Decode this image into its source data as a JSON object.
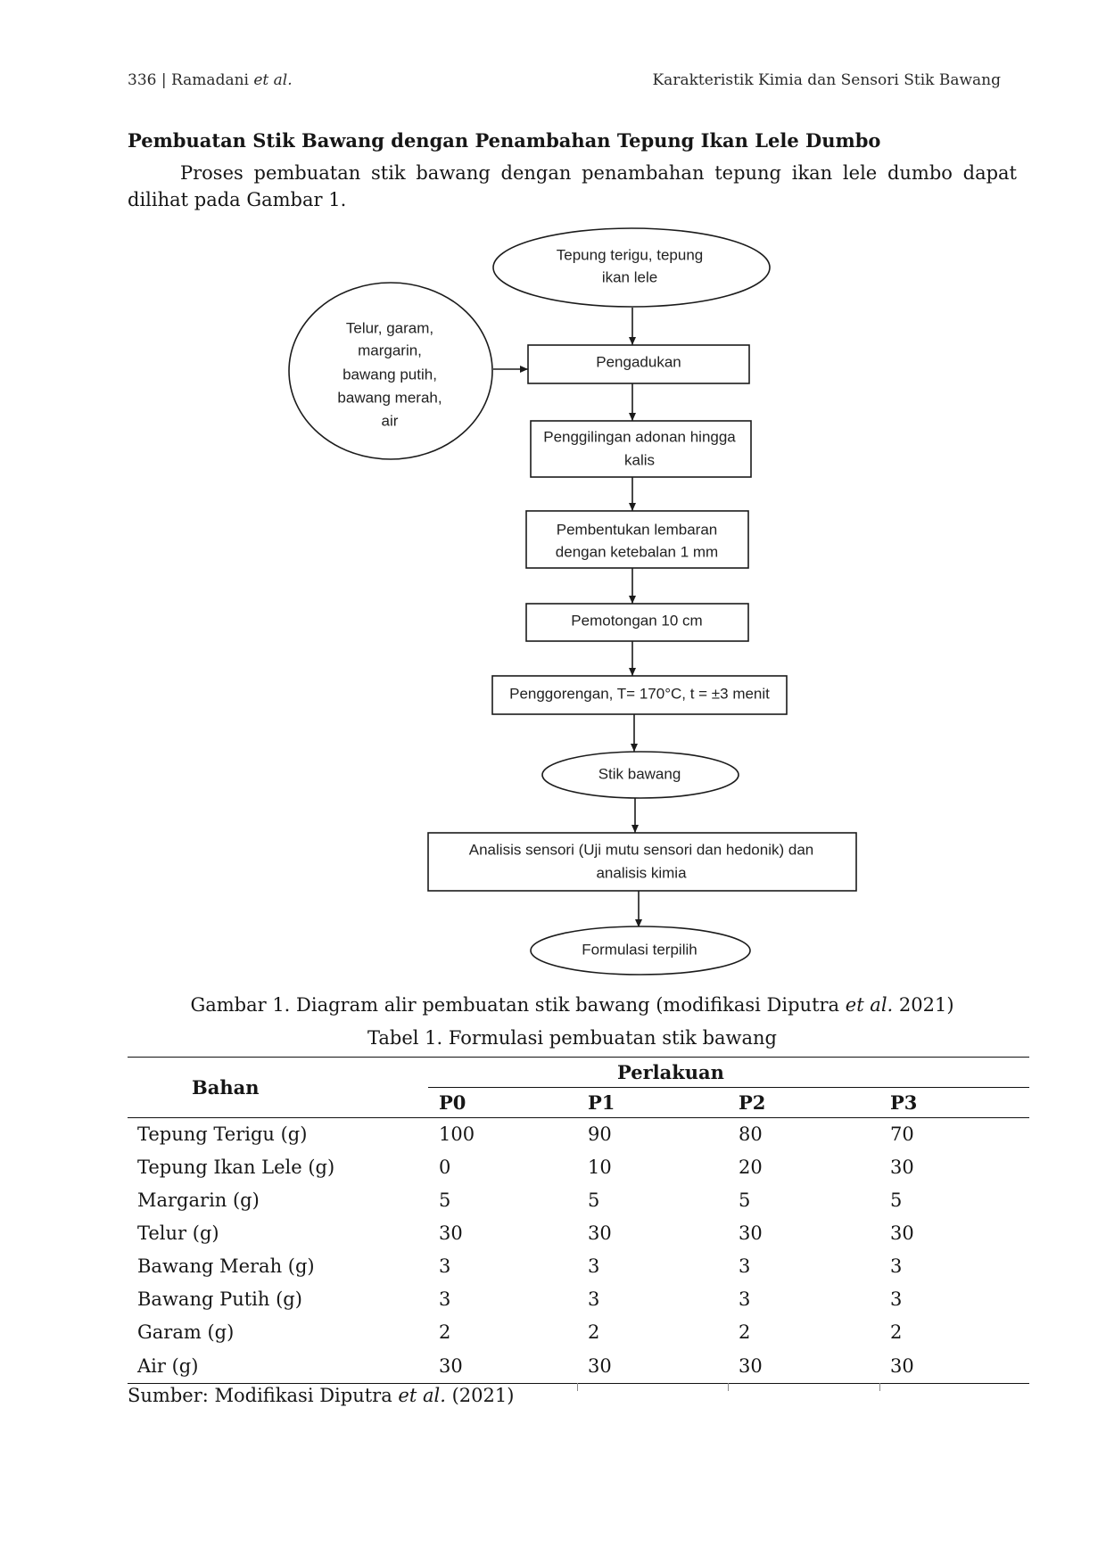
{
  "running_header": {
    "left_text": "336 | Ramadani",
    "left_italic": "et al.",
    "right_text": "Karakteristik Kimia dan Sensori Stik Bawang"
  },
  "section": {
    "heading": "Pembuatan Stik Bawang dengan Penambahan Tepung Ikan Lele Dumbo",
    "paragraph": "Proses pembuatan stik bawang dengan penambahan tepung ikan lele dumbo dapat dilihat pada Gambar 1."
  },
  "figure": {
    "nodes": [
      {
        "lines": [
          "Tepung terigu, tepung",
          "ikan lele"
        ]
      },
      {
        "lines": [
          "Telur, garam,",
          "margarin,",
          "bawang putih,",
          "bawang merah,",
          "air"
        ]
      },
      {
        "lines": [
          "Pengadukan"
        ]
      },
      {
        "lines": [
          "Penggilingan adonan hingga",
          "kalis"
        ]
      },
      {
        "lines": [
          "Pembentukan lembaran",
          "dengan ketebalan 1 mm"
        ]
      },
      {
        "lines": [
          "Pemotongan 10 cm"
        ]
      },
      {
        "lines": [
          "Penggorengan, T= 170°C, t = ±3 menit"
        ]
      },
      {
        "lines": [
          "Stik bawang"
        ]
      },
      {
        "lines": [
          "Analisis sensori (Uji mutu sensori dan hedonik) dan",
          "analisis kimia"
        ]
      },
      {
        "lines": [
          "Formulasi terpilih"
        ]
      }
    ],
    "caption": {
      "prefix": "Gambar 1. Diagram alir pembuatan stik bawang (modifikasi Diputra",
      "italic": "et al.",
      "suffix": "2021)"
    }
  },
  "table": {
    "title": "Tabel 1. Formulasi pembuatan stik bawang",
    "row_header": "Bahan",
    "group_header": "Perlakuan",
    "columns": [
      "P0",
      "P1",
      "P2",
      "P3"
    ],
    "rows": [
      {
        "label": "Tepung Terigu (g)",
        "values": [
          100,
          90,
          80,
          70
        ]
      },
      {
        "label": "Tepung Ikan Lele (g)",
        "values": [
          0,
          10,
          20,
          30
        ]
      },
      {
        "label": "Margarin (g)",
        "values": [
          5,
          5,
          5,
          5
        ]
      },
      {
        "label": "Telur (g)",
        "values": [
          30,
          30,
          30,
          30
        ]
      },
      {
        "label": "Bawang Merah (g)",
        "values": [
          3,
          3,
          3,
          3
        ]
      },
      {
        "label": "Bawang Putih (g)",
        "values": [
          3,
          3,
          3,
          3
        ]
      },
      {
        "label": "Garam (g)",
        "values": [
          2,
          2,
          2,
          2
        ]
      },
      {
        "label": "Air (g)",
        "values": [
          30,
          30,
          30,
          30
        ]
      }
    ]
  },
  "source_note": {
    "prefix": "Sumber: Modifikasi Diputra",
    "italic": "et al.",
    "suffix": "(2021)"
  }
}
